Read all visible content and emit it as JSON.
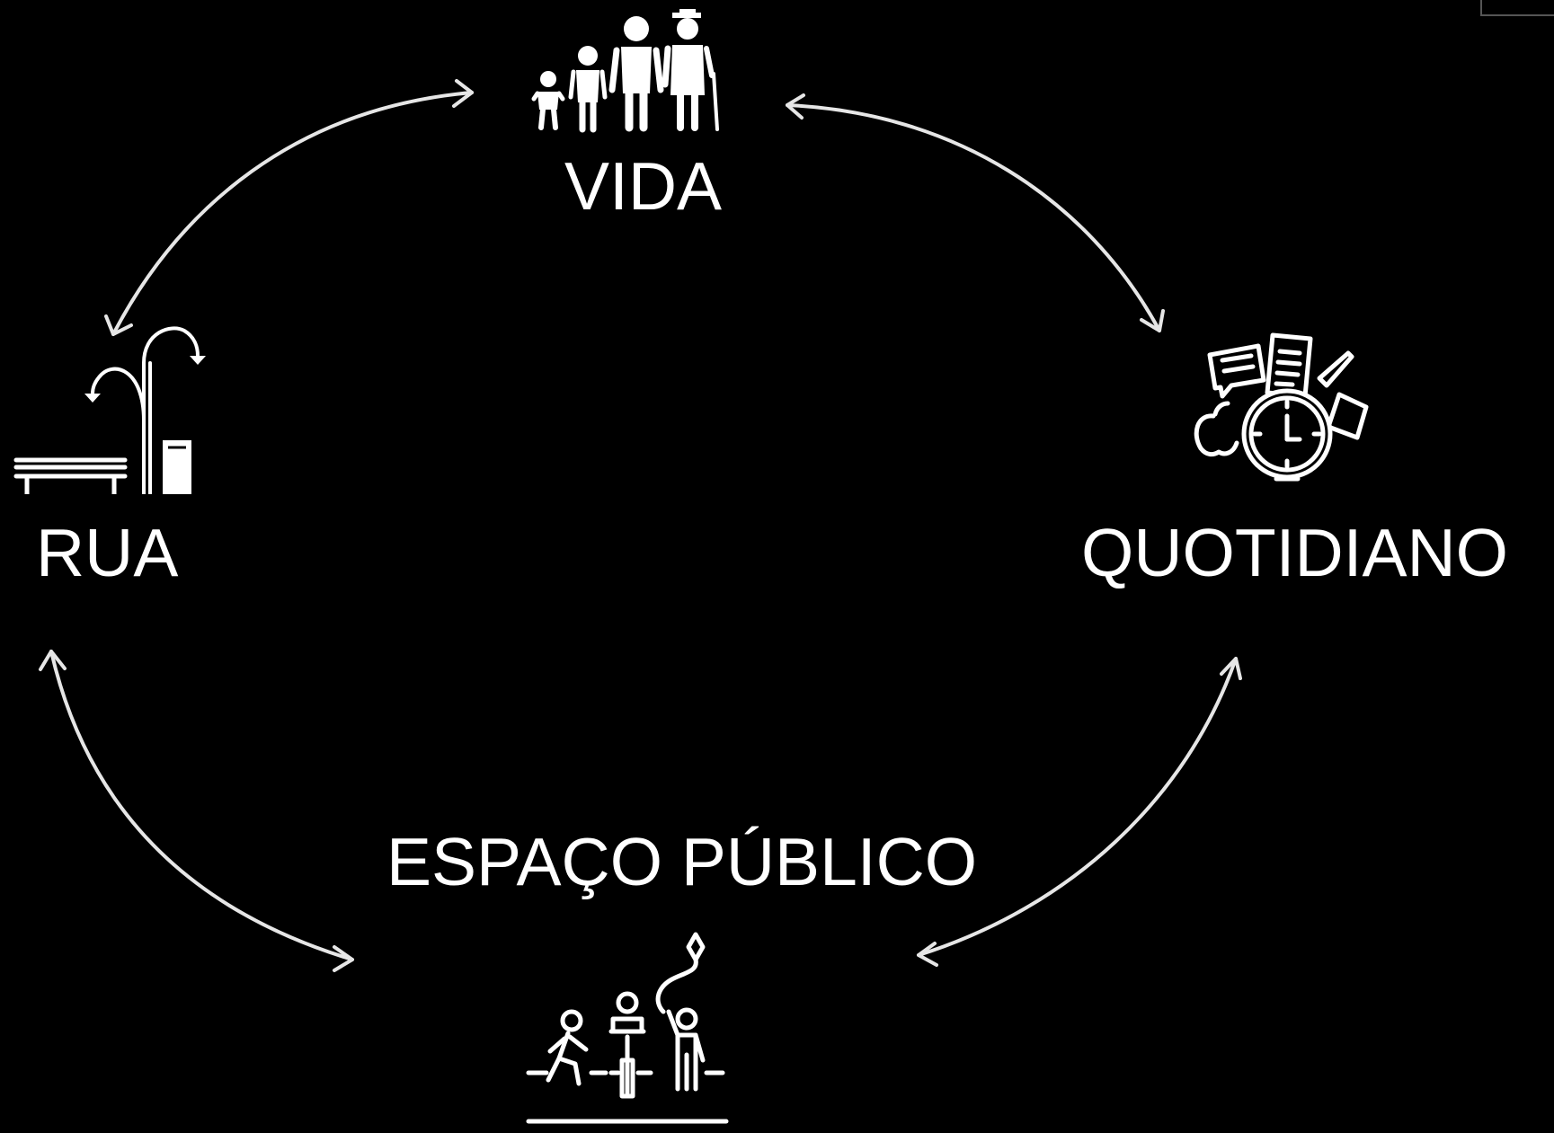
{
  "diagram": {
    "background_color": "#000000",
    "foreground_color": "#ffffff",
    "nodes": {
      "vida": {
        "label": "VIDA",
        "icon": "family-generations-icon"
      },
      "quotidiano": {
        "label": "QUOTIDIANO",
        "icon": "daily-life-clock-icon"
      },
      "espaco_publico": {
        "label": "ESPAÇO PÚBLICO",
        "icon": "public-space-people-icon"
      },
      "rua": {
        "label": "RUA",
        "icon": "street-furniture-icon"
      }
    },
    "edges": [
      {
        "from": "VIDA",
        "to": "QUOTIDIANO",
        "direction": "bidirectional"
      },
      {
        "from": "QUOTIDIANO",
        "to": "ESPAÇO PÚBLICO",
        "direction": "bidirectional"
      },
      {
        "from": "ESPAÇO PÚBLICO",
        "to": "RUA",
        "direction": "bidirectional"
      },
      {
        "from": "RUA",
        "to": "VIDA",
        "direction": "bidirectional"
      }
    ]
  }
}
